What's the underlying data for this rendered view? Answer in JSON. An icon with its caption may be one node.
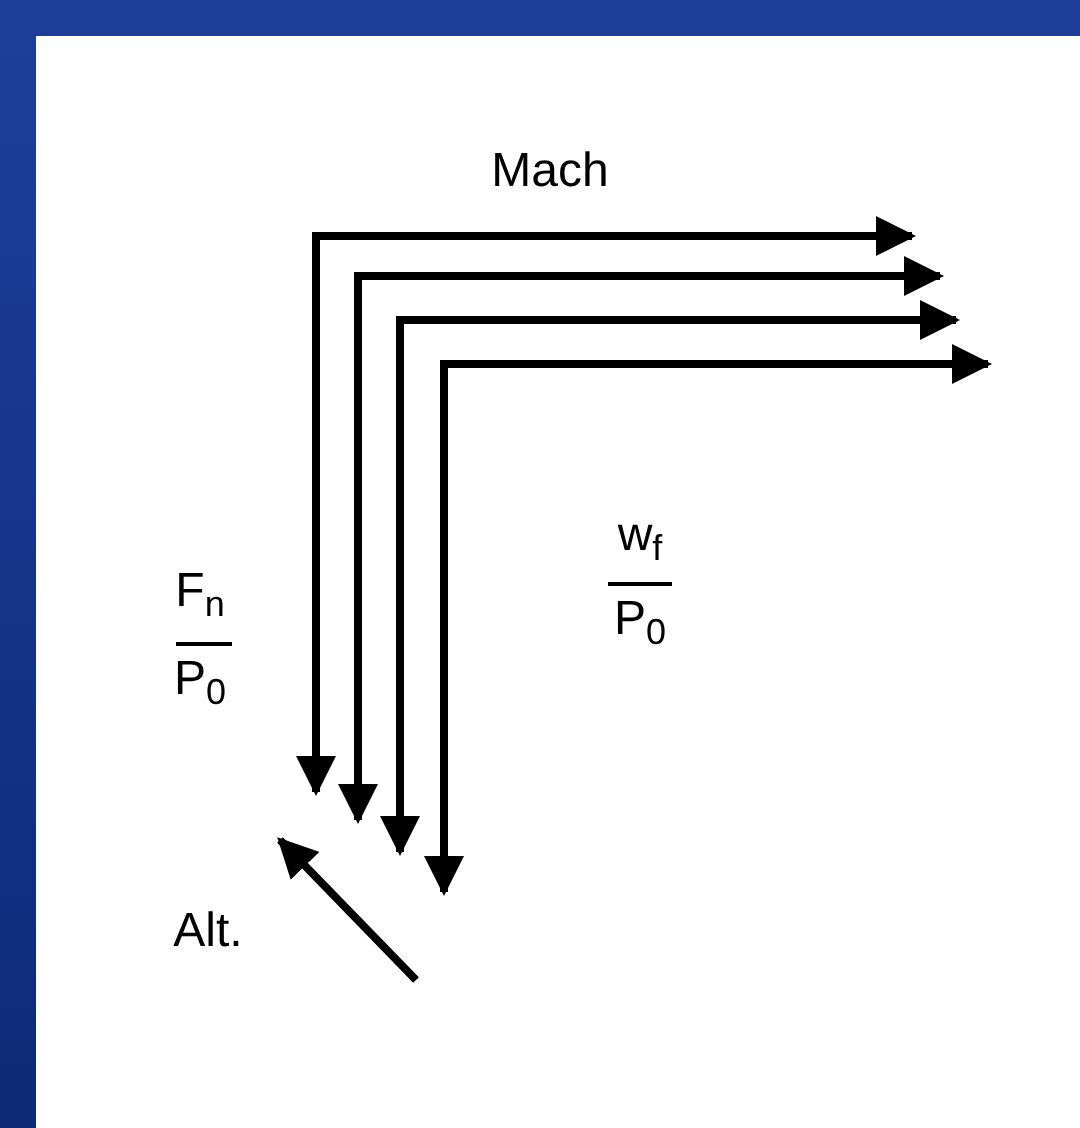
{
  "diagram": {
    "labels": [
      "Mach",
      "F$_{n}$",
      "P$_{0}$",
      "w$_{f}$",
      "P$_{0}$",
      "Alt."
    ]
  }
}
